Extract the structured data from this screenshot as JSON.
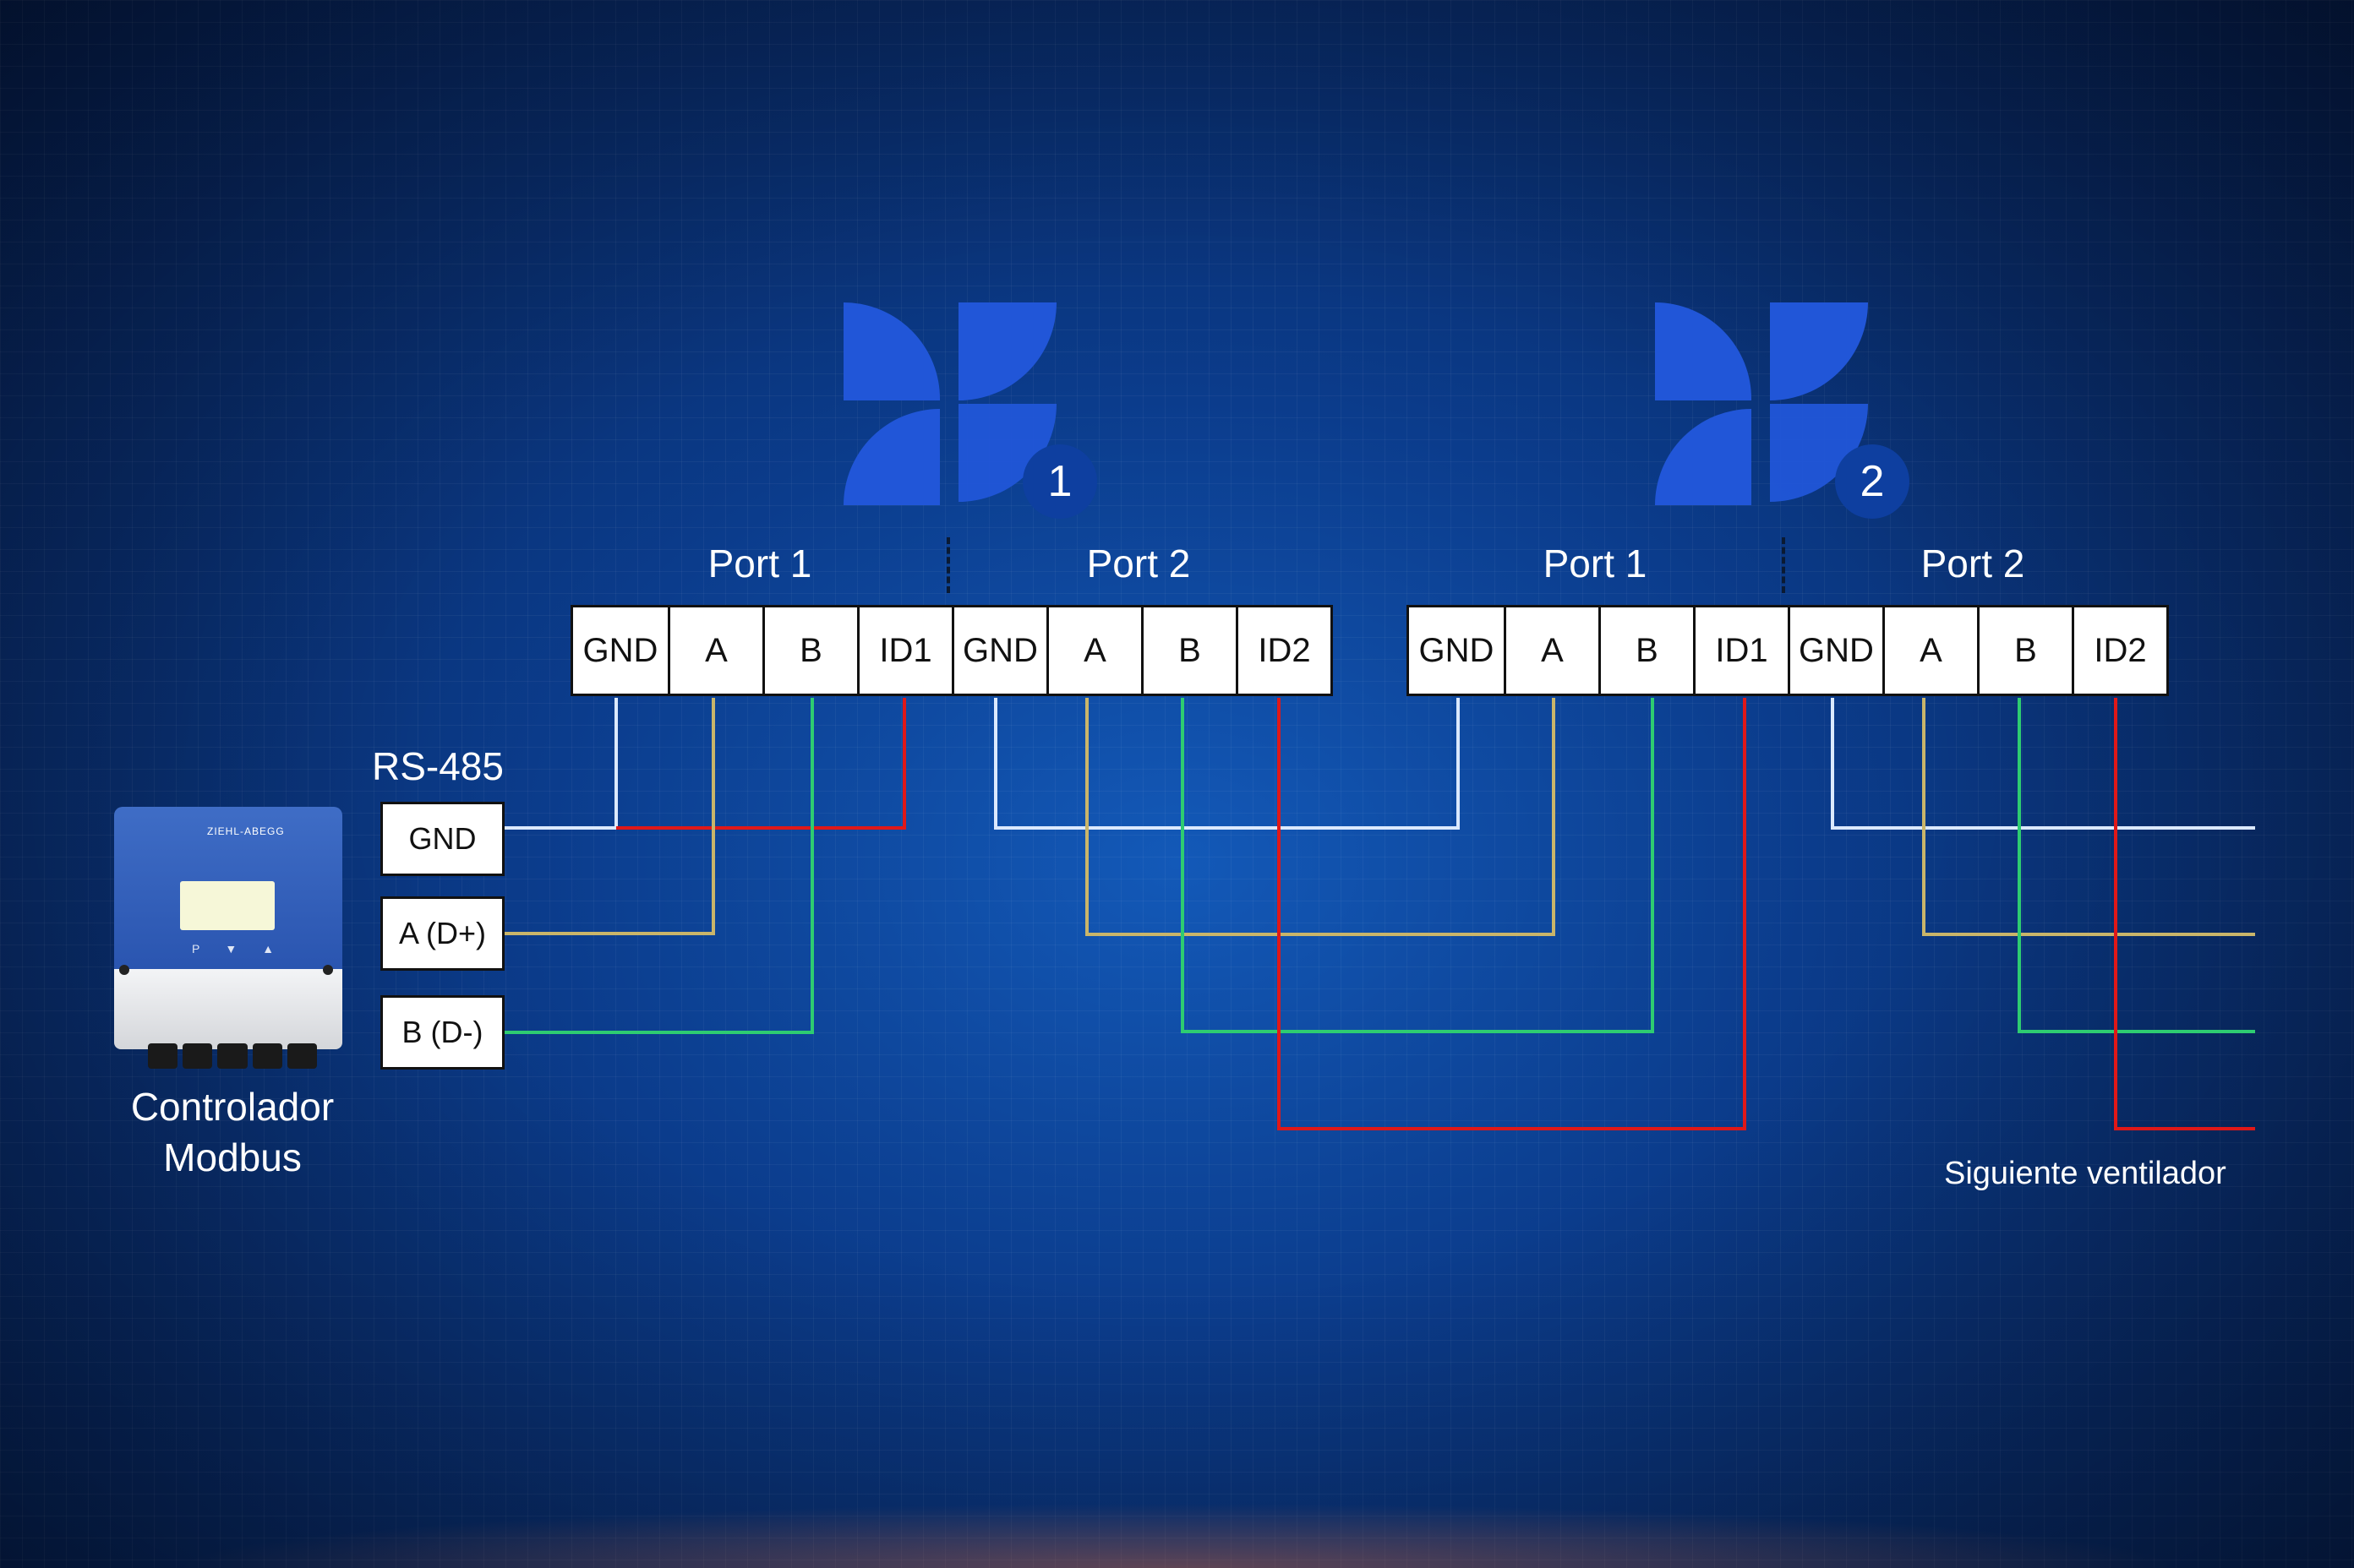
{
  "fans": [
    {
      "number": "1",
      "ports": [
        {
          "label": "Port 1",
          "terminals": [
            "GND",
            "A",
            "B",
            "ID1"
          ]
        },
        {
          "label": "Port 2",
          "terminals": [
            "GND",
            "A",
            "B",
            "ID2"
          ]
        }
      ]
    },
    {
      "number": "2",
      "ports": [
        {
          "label": "Port 1",
          "terminals": [
            "GND",
            "A",
            "B",
            "ID1"
          ]
        },
        {
          "label": "Port 2",
          "terminals": [
            "GND",
            "A",
            "B",
            "ID2"
          ]
        }
      ]
    }
  ],
  "rs485": {
    "title": "RS-485",
    "terminals": [
      "GND",
      "A (D+)",
      "B (D-)"
    ]
  },
  "controller": {
    "brand": "ZIEHL-ABEGG",
    "keys": [
      "P",
      "▼",
      "▲"
    ],
    "caption_line1": "Controlador",
    "caption_line2": "Modbus"
  },
  "next_fan_label": "Siguiente ventilador",
  "colors": {
    "wire_gnd": "#dbe9ff",
    "wire_a": "#c9b56a",
    "wire_b": "#2ecc71",
    "wire_id": "#e01818",
    "fan_blue": "#2156d8",
    "badge_blue": "#0e3fa0"
  }
}
